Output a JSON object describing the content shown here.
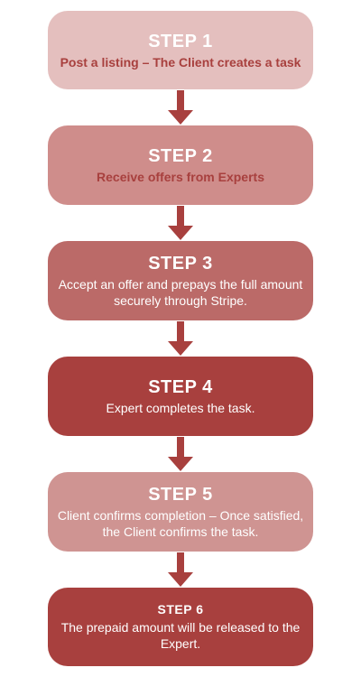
{
  "steps": [
    {
      "title": "STEP 1",
      "description": "Post a listing – The Client creates a task"
    },
    {
      "title": "STEP 2",
      "description": "Receive offers from Experts"
    },
    {
      "title": "STEP 3",
      "description": "Accept an offer and prepays the full amount securely through Stripe."
    },
    {
      "title": "STEP 4",
      "description": "Expert completes the task."
    },
    {
      "title": "STEP 5",
      "description": "Client confirms completion – Once satisfied, the Client confirms the task."
    },
    {
      "title": "STEP 6",
      "description": "The prepaid amount will be released to the Expert."
    }
  ],
  "colors": {
    "step1_bg": "#e4bfbe",
    "step2_bg": "#cf8d8b",
    "step3_bg": "#bb6a68",
    "step4_bg": "#a8403e",
    "step5_bg": "#cf9492",
    "step6_bg": "#a8403e",
    "dark_text": "#a8403e",
    "arrow": "#a8403e"
  }
}
